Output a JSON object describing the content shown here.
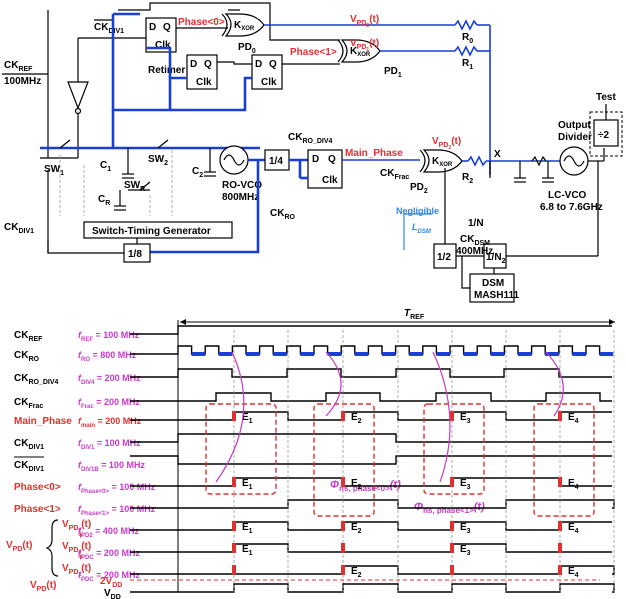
{
  "circuit": {
    "ck_ref": "CK",
    "ck_ref_sub": "REF",
    "ref_freq": "100MHz",
    "ck_div1_bar": "CK",
    "ck_div1_bar_sub": "DIV1",
    "retimer": "Retimer",
    "d": "D",
    "q": "Q",
    "clk": "Clk",
    "phase0": "Phase<0>",
    "phase1": "Phase<1>",
    "kxor": "K",
    "kxor_sub": "XOR",
    "pd0": "PD",
    "pd0_sub": "0",
    "pd1": "PD",
    "pd1_sub": "1",
    "pd2": "PD",
    "pd2_sub": "2",
    "vpd0": "V",
    "vpd0_sub": "PD",
    "vpd0_sub2": "0",
    "vpd0_t": "(t)",
    "vpd1": "V",
    "vpd1_sub": "PD",
    "vpd1_sub2": "1",
    "vpd1_t": "(t)",
    "vpd2": "V",
    "vpd2_sub": "PD",
    "vpd2_sub2": "2",
    "vpd2_t": "(t)",
    "r0": "R",
    "r0_sub": "0",
    "r1": "R",
    "r1_sub": "1",
    "r2": "R",
    "r2_sub": "2",
    "sw1": "SW",
    "sw1_sub": "1",
    "sw2": "SW",
    "sw2_sub": "2",
    "swr": "SW",
    "swr_sub": "R",
    "c1": "C",
    "c1_sub": "1",
    "c2": "C",
    "c2_sub": "2",
    "cr": "C",
    "cr_sub": "R",
    "ro_vco": "RO-VCO",
    "ro_freq": "800MHz",
    "div4": "1/4",
    "ck_ro_div4": "CK",
    "ck_ro_div4_sub": "RO_DIV4",
    "main_phase": "Main_Phase",
    "ck_frac": "CK",
    "ck_frac_sub": "Frac",
    "ck_ro": "CK",
    "ck_ro_sub": "RO",
    "switch_timing": "Switch-Timing Generator",
    "div8": "1/8",
    "ck_div1": "CK",
    "ck_div1_sub": "DIV1",
    "x_node": "X",
    "lc_vco": "LC-VCO",
    "lc_freq": "6.8 to 7.6GHz",
    "test": "Test",
    "output_divider_1": "Output",
    "output_divider_2": "Divider",
    "div2": "÷2",
    "one_over_n": "1/N",
    "ck_dsm": "CK",
    "ck_dsm_sub": "DSM",
    "dsm_freq": "400MHz",
    "half": "1/2",
    "one_over_n2": "1/N",
    "one_over_n2_sub": "2",
    "dsm": "DSM",
    "mash": "MASH111",
    "negligible": "Negligible",
    "ldsm": "L",
    "ldsm_sub": "DSM"
  },
  "timing": {
    "t_ref": "T",
    "t_ref_sub": "REF",
    "rows": [
      {
        "name": "CK",
        "sub": "REF",
        "over": false,
        "f": "f",
        "fsub": "REF",
        "fval": " = 100 MHz",
        "fcolor": "magenta",
        "ncolor": "black"
      },
      {
        "name": "CK",
        "sub": "RO",
        "over": false,
        "f": "f",
        "fsub": "RO",
        "fval": " = 800 MHz",
        "fcolor": "magenta",
        "ncolor": "black"
      },
      {
        "name": "CK",
        "sub": "RO_DIV4",
        "over": false,
        "f": "f",
        "fsub": "DIV4",
        "fval": " = 200 MHz",
        "fcolor": "magenta",
        "ncolor": "black"
      },
      {
        "name": "CK",
        "sub": "Frac",
        "over": false,
        "f": "f",
        "fsub": "Frac",
        "fval": " = 200 MHz",
        "fcolor": "magenta",
        "ncolor": "black"
      },
      {
        "name": "Main_Phase",
        "sub": "",
        "over": false,
        "f": "f",
        "fsub": "main",
        "fval": " = 200 MHz",
        "fcolor": "red",
        "ncolor": "red"
      },
      {
        "name": "CK",
        "sub": "DIV1",
        "over": false,
        "f": "f",
        "fsub": "DIV1",
        "fval": " = 100 MHz",
        "fcolor": "magenta",
        "ncolor": "black"
      },
      {
        "name": "CK",
        "sub": "DIV1",
        "over": true,
        "f": "f",
        "fsub": "DIV1B",
        "fval": " = 100 MHz",
        "fcolor": "magenta",
        "ncolor": "black"
      },
      {
        "name": "Phase<0>",
        "sub": "",
        "over": false,
        "f": "f",
        "fsub": "Phase<0>",
        "fval": " = 100 MHz",
        "fcolor": "magenta",
        "ncolor": "red"
      },
      {
        "name": "Phase<1>",
        "sub": "",
        "over": false,
        "f": "f",
        "fsub": "Phase<1>",
        "fval": " = 100 MHz",
        "fcolor": "magenta",
        "ncolor": "red"
      },
      {
        "name": "",
        "sub": "",
        "over": false,
        "f": "f",
        "fsub": "PD2",
        "fval": " = 400 MHz",
        "fcolor": "magenta",
        "ncolor": "black"
      },
      {
        "name": "",
        "sub": "",
        "over": false,
        "f": "f",
        "fsub": "PDC",
        "fval": " = 200 MHz",
        "fcolor": "magenta",
        "ncolor": "black"
      },
      {
        "name": "",
        "sub": "",
        "over": false,
        "f": "f",
        "fsub": "PDC",
        "fval": " = 200 MHz",
        "fcolor": "magenta",
        "ncolor": "black"
      }
    ],
    "vpd_group": {
      "v": "V",
      "sub": "PD",
      "t": "(t)"
    },
    "vpd2_label": {
      "v": "V",
      "sub": "PD",
      "sub2": "2",
      "t": "(t)"
    },
    "vpd0_label": {
      "v": "V",
      "sub": "PD",
      "sub2": "0",
      "t": "(t)"
    },
    "vpd1_label": {
      "v": "V",
      "sub": "PD",
      "sub2": "1",
      "t": "(t)"
    },
    "plus": "+",
    "vpd_last": {
      "v": "V",
      "sub": "PD",
      "t": "(t)"
    },
    "two_vdd": "2V",
    "two_vdd_sub": "DD",
    "vdd": "V",
    "vdd_sub": "DD",
    "e_labels": [
      "E",
      "1",
      "E",
      "2",
      "E",
      "3",
      "E",
      "4"
    ],
    "phi_label": "Φ",
    "phi_sub_0": "ns, phase<0>",
    "phi_sub_1": "ns, phase<1>",
    "phi_t": "(t)"
  },
  "colors": {
    "red": "#e03030",
    "magenta": "#c83ac8",
    "blue": "#1a3fd6",
    "black": "#000000"
  }
}
